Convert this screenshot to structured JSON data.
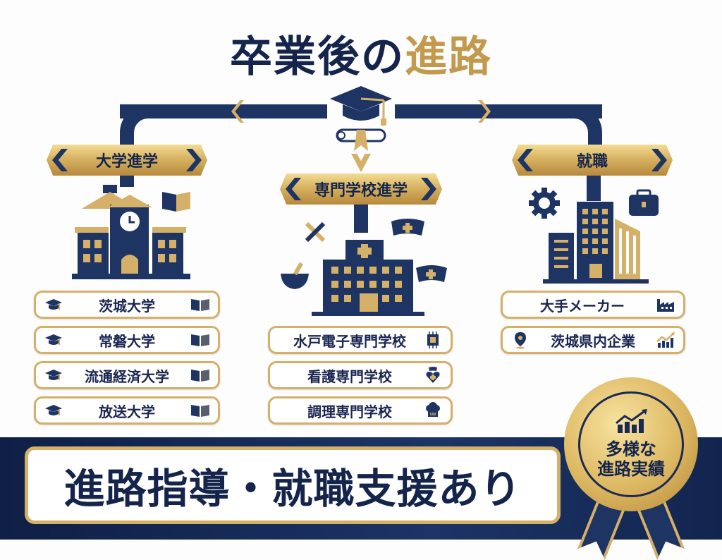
{
  "title": {
    "part1": "卒業後の",
    "part2": "進路"
  },
  "center_icon": "graduation-cap-and-diploma",
  "colors": {
    "navy": "#1c2d58",
    "gold": "#c39a4d",
    "background": "#fdfdfd"
  },
  "branches": [
    {
      "label": "大学進学",
      "illustration": "university-building-with-clock-and-book",
      "items": [
        {
          "label": "茨城大学",
          "left_icon": "graduation-cap",
          "right_icon": "open-book"
        },
        {
          "label": "常磐大学",
          "left_icon": "graduation-cap",
          "right_icon": "open-book"
        },
        {
          "label": "流通経済大学",
          "left_icon": "graduation-cap",
          "right_icon": "open-book"
        },
        {
          "label": "放送大学",
          "left_icon": "graduation-cap",
          "right_icon": "open-book"
        }
      ]
    },
    {
      "label": "専門学校進学",
      "illustration": "hospital-building-with-tools-nurse-caps-mortar",
      "items": [
        {
          "label": "水戸電子専門学校",
          "right_icon": "microchip"
        },
        {
          "label": "看護専門学校",
          "right_icon": "nurse-heart"
        },
        {
          "label": "調理専門学校",
          "right_icon": "chef-hat"
        }
      ]
    },
    {
      "label": "就職",
      "illustration": "office-buildings-with-gear-and-briefcase",
      "items": [
        {
          "label": "大手メーカー",
          "right_icon": "factory"
        },
        {
          "label": "茨城県内企業",
          "left_icon": "map-pin",
          "right_icon": "growth-chart"
        }
      ]
    }
  ],
  "footer": {
    "banner": "進路指導・就職支援あり"
  },
  "medal": {
    "line1": "多様な",
    "line2": "進路実績",
    "icon": "growth-chart"
  }
}
